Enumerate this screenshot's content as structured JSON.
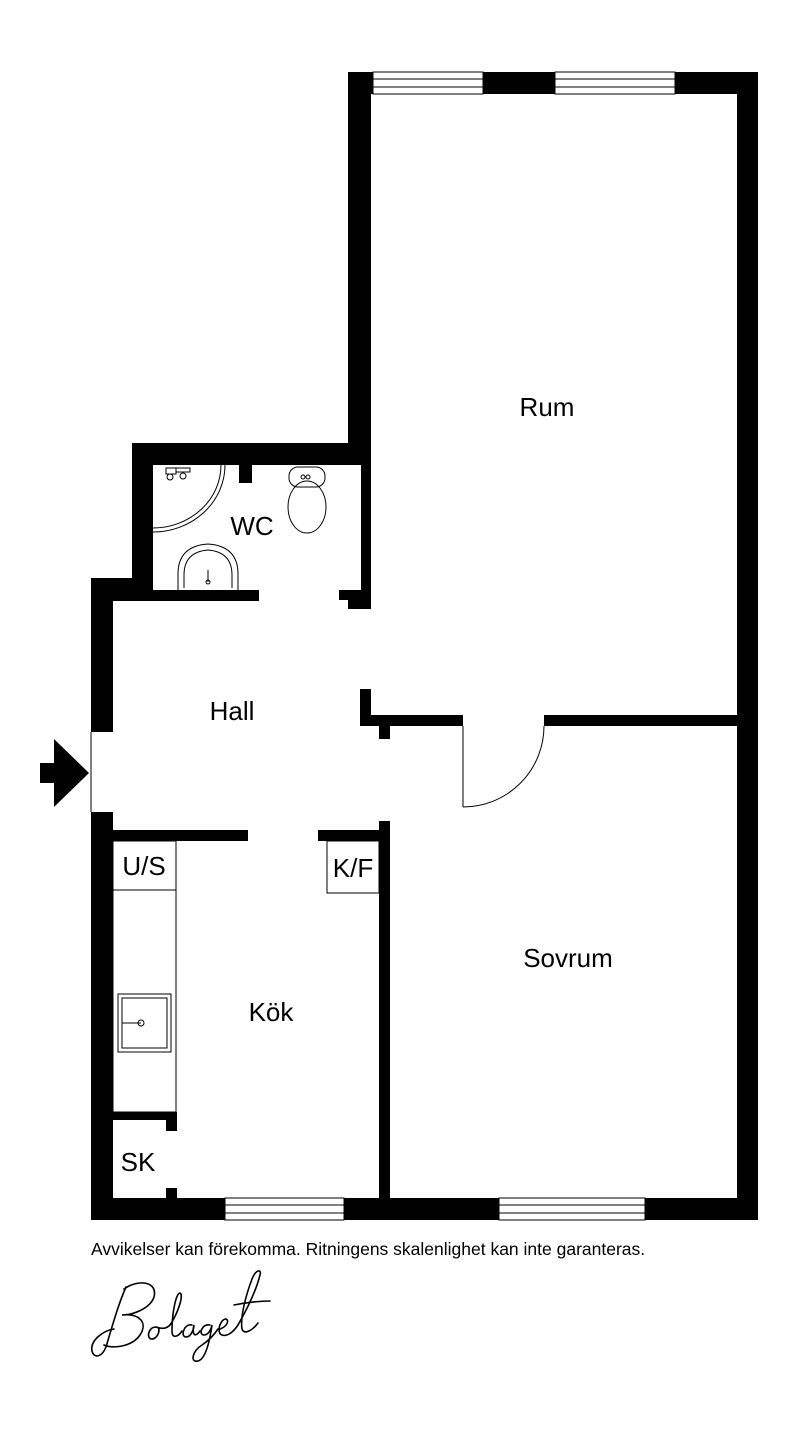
{
  "rooms": {
    "rum": "Rum",
    "wc": "WC",
    "hall": "Hall",
    "kok": "Kök",
    "sovrum": "Sovrum",
    "us": "U/S",
    "kf": "K/F",
    "sk": "SK"
  },
  "footer": {
    "disclaimer": "Avvikelser kan förekomma. Ritningens skalenlighet kan inte garanteras.",
    "logo_text": "Bolaget"
  },
  "colors": {
    "wall": "#000000",
    "background": "#ffffff"
  }
}
